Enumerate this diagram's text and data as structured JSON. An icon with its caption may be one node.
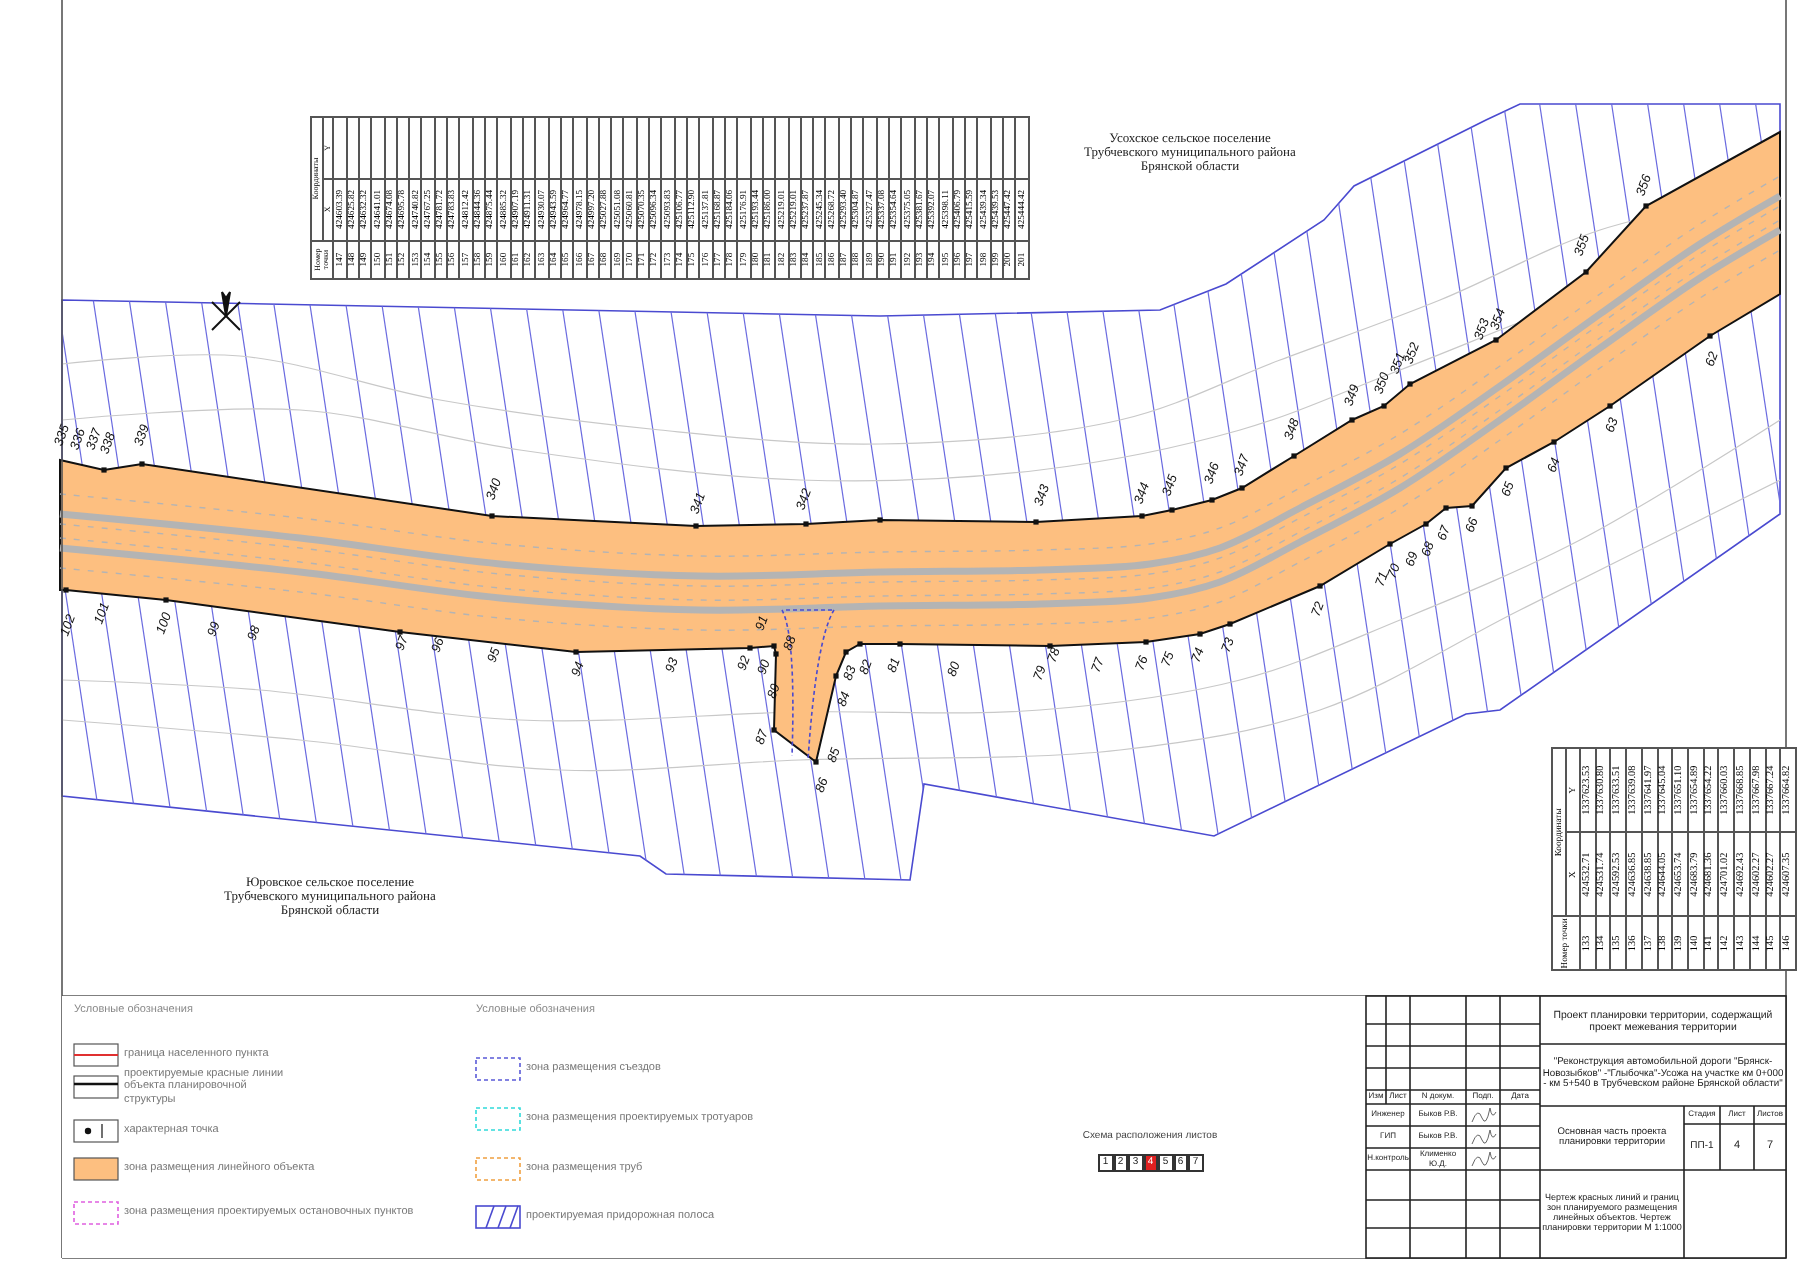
{
  "diagram": {
    "labels": [
      "Номер точки",
      "Координаты",
      "X",
      "Y",
      "147",
      "424603.39",
      "148",
      "424625.82",
      "149",
      "424632.32",
      "150",
      "424641.01",
      "151",
      "424674.08",
      "152",
      "424695.78",
      "153",
      "424740.82",
      "154",
      "424767.25",
      "155",
      "424781.72",
      "156",
      "424783.83",
      "157",
      "424812.42",
      "158",
      "424844.36",
      "159",
      "424875.44",
      "160",
      "424885.32",
      "161",
      "424907.19",
      "162",
      "424911.31",
      "163",
      "424930.07",
      "164",
      "424943.59",
      "165",
      "424964.77",
      "166",
      "424978.15",
      "167",
      "424997.20",
      "168",
      "425027.88",
      "169",
      "425051.08",
      "170",
      "425060.81",
      "171",
      "425070.35",
      "172",
      "425096.34",
      "173",
      "425093.83",
      "174",
      "425106.77",
      "175",
      "425112.90",
      "176",
      "425137.81",
      "177",
      "425168.87",
      "178",
      "425184.06",
      "179",
      "425176.91",
      "180",
      "425193.44",
      "181",
      "425186.00",
      "182",
      "425219.01",
      "183",
      "425219.01",
      "184",
      "425237.87",
      "185",
      "425245.34",
      "186",
      "425268.72",
      "187",
      "425293.40",
      "188",
      "425304.87",
      "189",
      "425327.47",
      "190",
      "425337.08",
      "191",
      "425354.64",
      "192",
      "425375.05",
      "193",
      "425381.67",
      "194",
      "425392.07",
      "195",
      "425398.11",
      "196",
      "425406.79",
      "197",
      "425415.59",
      "198",
      "425439.34",
      "199",
      "425439.53",
      "200",
      "425447.42",
      "201",
      "425444.42",
      "Усохское сельское поселение Трубчевского муниципального района Брянской области",
      "335",
      "336",
      "337",
      "338",
      "339",
      "340",
      "341",
      "342",
      "343",
      "344",
      "345",
      "346",
      "347",
      "348",
      "349",
      "350",
      "351",
      "352",
      "353",
      "354",
      "355",
      "356",
      "102",
      "101",
      "100",
      "99",
      "98",
      "97",
      "96",
      "95",
      "94",
      "93",
      "92",
      "91",
      "90",
      "89",
      "88",
      "87",
      "86",
      "85",
      "84",
      "83",
      "82",
      "81",
      "80",
      "79",
      "78",
      "77",
      "76",
      "75",
      "74",
      "73",
      "72",
      "71",
      "70",
      "69",
      "68",
      "67",
      "66",
      "65",
      "64",
      "63",
      "62",
      "Номер точки",
      "Координаты",
      "X",
      "Y",
      "133",
      "424532.71",
      "1337623.53",
      "134",
      "424531.74",
      "1337630.80",
      "135",
      "424592.53",
      "1337633.51",
      "136",
      "424636.85",
      "1337639.08",
      "137",
      "424638.85",
      "1337641.97",
      "138",
      "424644.05",
      "1337645.04",
      "139",
      "424653.74",
      "1337651.10",
      "140",
      "424683.79",
      "1337654.89",
      "141",
      "424681.36",
      "1337654.22",
      "142",
      "424701.02",
      "1337660.03",
      "143",
      "424692.43",
      "1337668.85",
      "144",
      "424602.27",
      "1337667.98",
      "145",
      "424602.27",
      "1337667.24",
      "146",
      "424607.35",
      "1337664.82",
      "Юровское сельское поселение Трубчевского муниципального района Брянской области",
      "Условные обозначения",
      "Условные обозначения",
      "Схема расположения листов",
      "1",
      "2",
      "3",
      "4",
      "5",
      "6",
      "7",
      "Проект планировки территории, содержащий проект межевания территории",
      "\"Реконструкция автомобильной дороги \"Брянск-Новозыбков\" -\"Глыбочка\"-Усожа на участке км 0+000 - км 5+540 в Трубчевском районе Брянской области\"",
      "Изм",
      "Лист",
      "N докум.",
      "Подп.",
      "Дата",
      "Инженер",
      "Быков Р.В.",
      "ГИП",
      "Быков Р.В.",
      "Н.контроль",
      "Клименко Ю.Д.",
      "Основная часть проекта планировки территории",
      "Стадия",
      "Лист",
      "Листов",
      "ПП-1",
      "4",
      "7",
      "Чертеж красных линий и границ зон планируемого размещения линейных объектов. Чертеж планировки территории М 1:1000"
    ],
    "legend": [
      {
        "text": "граница населенного пункта"
      },
      {
        "text": "проектируемые красные линии объекта планировочной структуры"
      },
      {
        "text": "характерная точка"
      },
      {
        "text": "зона размещения линейного объекта",
        "color": "#fdbf80"
      },
      {
        "text": "зона размещения проектируемых остановочных пунктов"
      },
      {
        "text": "зона размещения съездов"
      },
      {
        "text": "зона размещения проектируемых тротуаров"
      },
      {
        "text": "зона размещения труб"
      },
      {
        "text": "проектируемая придорожная полоса"
      }
    ]
  }
}
